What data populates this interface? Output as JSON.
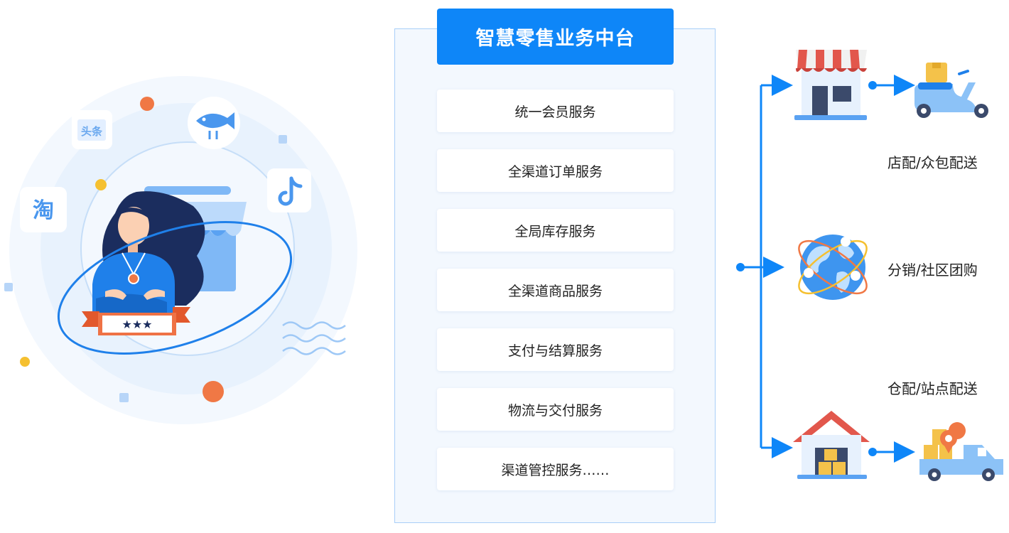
{
  "platform": {
    "title": "智慧零售业务中台",
    "services": [
      "统一会员服务",
      "全渠道订单服务",
      "全局库存服务",
      "全渠道商品服务",
      "支付与结算服务",
      "物流与交付服务",
      "渠道管控服务……"
    ]
  },
  "channels": {
    "icons": [
      "toutiao-app-icon",
      "taobao-app-icon",
      "xianyu-fish-app-icon",
      "douyin-tiktok-app-icon"
    ],
    "toutiao_text": "头条",
    "taobao_text": "淘"
  },
  "outputs": {
    "store_label": "店配/众包配送",
    "distribution_label": "分销/社区团购",
    "warehouse_label": "仓配/站点配送"
  },
  "colors": {
    "primary": "#0e86f8",
    "light_blue": "#e8f2fd",
    "orange": "#f07845",
    "yellow": "#f5c030",
    "navy": "#1b2d5e"
  }
}
